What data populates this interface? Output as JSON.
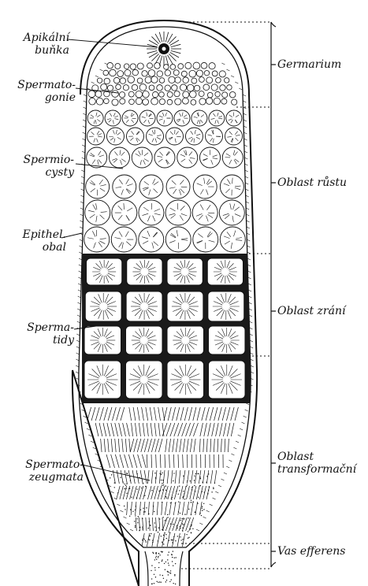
{
  "colors": {
    "ink": "#111111",
    "paper": "#ffffff",
    "cell_dark": "#1a1a1a"
  },
  "left_labels": {
    "apical_cell": [
      "Apikální",
      "buňka"
    ],
    "spermatogonia": [
      "Spermato-",
      "gonie"
    ],
    "spermiocysts": [
      "Spermio-",
      "cysty"
    ],
    "epithelium": [
      "Epithel.",
      "obal"
    ],
    "spermatids": [
      "Sperma-",
      "tidy"
    ],
    "spermatozeugmata": [
      "Spermato-",
      "zeugmata"
    ]
  },
  "right_labels": {
    "germarium": [
      "Germarium"
    ],
    "growth_zone": [
      "Oblast růstu"
    ],
    "maturation_zone": [
      "Oblast zrání"
    ],
    "transformation_zone": [
      "Oblast",
      "transformační"
    ],
    "vas_efferens": [
      "Vas efferens"
    ]
  }
}
